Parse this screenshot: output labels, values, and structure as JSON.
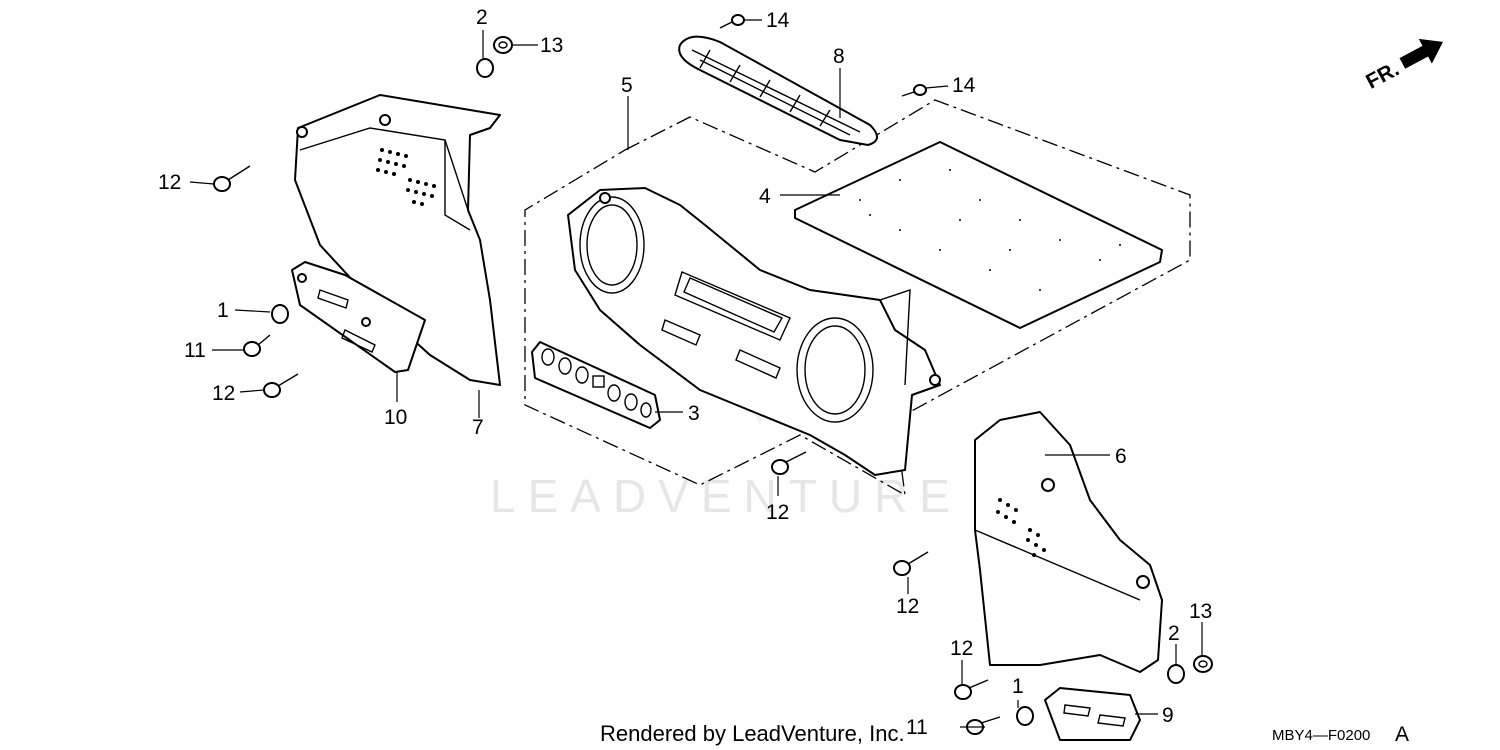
{
  "callouts": {
    "c1a": "1",
    "c1b": "1",
    "c2a": "2",
    "c2b": "2",
    "c3": "3",
    "c4": "4",
    "c5": "5",
    "c6": "6",
    "c7": "7",
    "c8": "8",
    "c9": "9",
    "c10": "10",
    "c11a": "11",
    "c11b": "11",
    "c12a": "12",
    "c12b": "12",
    "c12c": "12",
    "c12d": "12",
    "c12e": "12",
    "c13a": "13",
    "c13b": "13",
    "c14a": "14",
    "c14b": "14"
  },
  "direction_label": "FR.",
  "watermark": "LEADVENTURE",
  "footer": {
    "rendered_by": "Rendered by LeadVenture, Inc.",
    "diagram_code": "MBY4—F0200",
    "diagram_suffix": "A"
  }
}
